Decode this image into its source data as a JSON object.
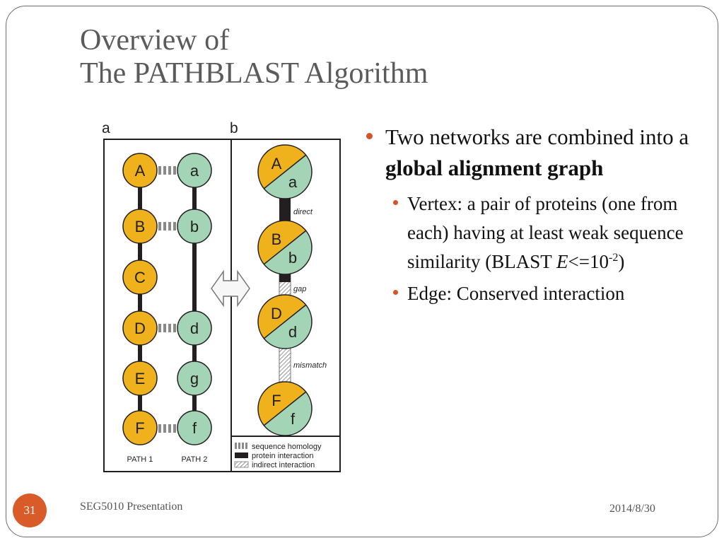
{
  "title": {
    "line1": "Overview of",
    "line2": "The PATHBLAST Algorithm"
  },
  "figure": {
    "panel_a_label": "a",
    "panel_b_label": "b",
    "path1_nodes": [
      "A",
      "B",
      "C",
      "D",
      "E",
      "F"
    ],
    "path2_nodes": [
      "a",
      "b",
      "d",
      "g",
      "f"
    ],
    "path1_label": "PATH 1",
    "path2_label": "PATH 2",
    "merged_nodes": [
      {
        "top": "A",
        "bottom": "a"
      },
      {
        "top": "B",
        "bottom": "b"
      },
      {
        "top": "D",
        "bottom": "d"
      },
      {
        "top": "F",
        "bottom": "f"
      }
    ],
    "edge_labels": [
      "direct",
      "gap",
      "mismatch"
    ],
    "legend": [
      "sequence homology",
      "protein interaction",
      "indirect interaction"
    ],
    "colors": {
      "path1": "#f0b21c",
      "path2": "#a3d4b5",
      "edge": "#231f20",
      "frame": "#231f20"
    }
  },
  "bullets": {
    "main": {
      "text_before": "Two networks are combined into a ",
      "bold": "global alignment graph"
    },
    "vertex": {
      "text": "Vertex: a pair of proteins (one from each) having at least weak sequence similarity (BLAST ",
      "italic": "E",
      "mid": "<=10",
      "sup": "-2",
      "end": ")"
    },
    "edge": "Edge: Conserved interaction"
  },
  "footer": {
    "slide_number": "31",
    "left": "SEG5010 Presentation",
    "right": "2014/8/30"
  },
  "colors": {
    "accent": "#d95b2a",
    "title": "#5b5b5b"
  }
}
